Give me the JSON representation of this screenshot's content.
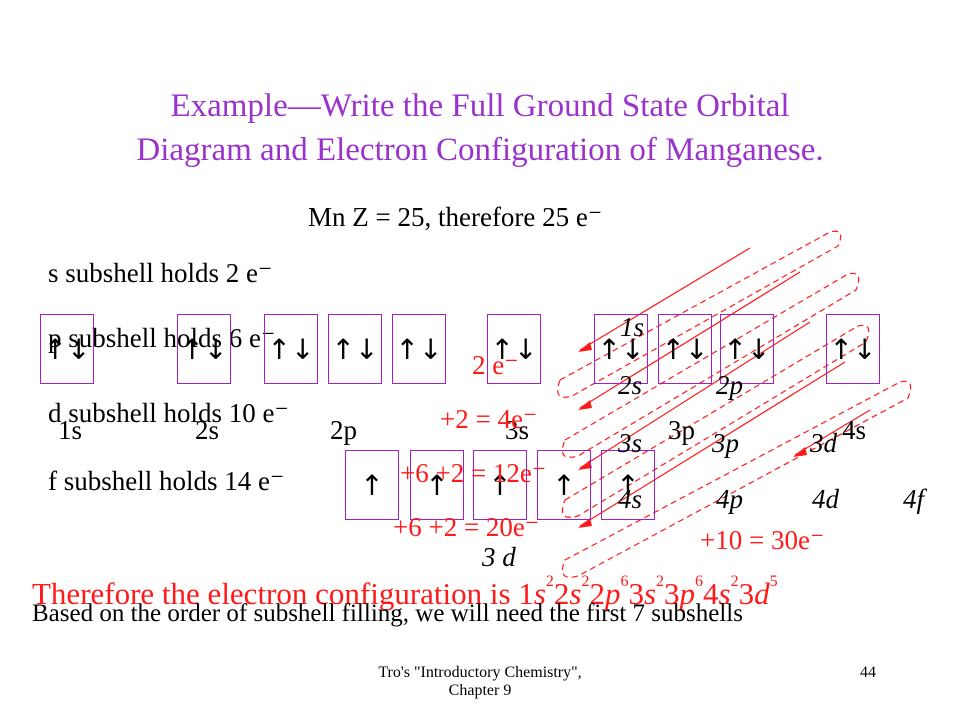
{
  "slide": {
    "title_line1": "Example—Write the Full Ground State Orbital",
    "title_line2": "Diagram and Electron Configuration of Manganese.",
    "mn_statement": "Mn    Z = 25, therefore 25 e⁻",
    "capacity_s": "s subshell holds 2 e⁻",
    "capacity_p": "p subshell holds 6 e⁻",
    "capacity_d": "d subshell holds 10 e⁻",
    "capacity_f": "f subshell holds 14 e⁻",
    "paired_arrow": "↑↓",
    "single_arrow": "↑",
    "box_label_1s": "1s",
    "box_label_2s": "2s",
    "box_label_2p": "2p",
    "box_label_3s": "3s",
    "box_label_3p": "3p",
    "box_label_4s": "4s",
    "box_label_3d": "3 d",
    "order_labels": {
      "r1": "1s",
      "r2a": "2s",
      "r2b": "2p",
      "r3a": "3s",
      "r3b": "3p",
      "r3c": "3d",
      "r4a": "4s",
      "r4b": "4p",
      "r4c": "4d",
      "r4d": "4f"
    },
    "sums": {
      "s1": "2 e⁻",
      "s2": "+2 = 4e⁻",
      "s3": "+6 +2 = 12e⁻",
      "s4": "+6 +2 = 20e⁻",
      "s5": "+10 = 30e⁻"
    },
    "conclusion_prefix": "Therefore the electron configuration is ",
    "config": [
      {
        "n": "1",
        "l": "s",
        "e": "2"
      },
      {
        "n": "2",
        "l": "s",
        "e": "2"
      },
      {
        "n": "2",
        "l": "p",
        "e": "6"
      },
      {
        "n": "3",
        "l": "s",
        "e": "2"
      },
      {
        "n": "3",
        "l": "p",
        "e": "6"
      },
      {
        "n": "4",
        "l": "s",
        "e": "2"
      },
      {
        "n": "3",
        "l": "d",
        "e": "5"
      }
    ],
    "based_on": "Based on the order of subshell filling, we will need the first 7 subshells",
    "footer_line1": "Tro's \"Introductory Chemistry\",",
    "footer_line2": "Chapter 9",
    "page_number": "44"
  },
  "colors": {
    "title": "#9a33cc",
    "box": "#a020c0",
    "highlight": "#ff1a1a"
  }
}
